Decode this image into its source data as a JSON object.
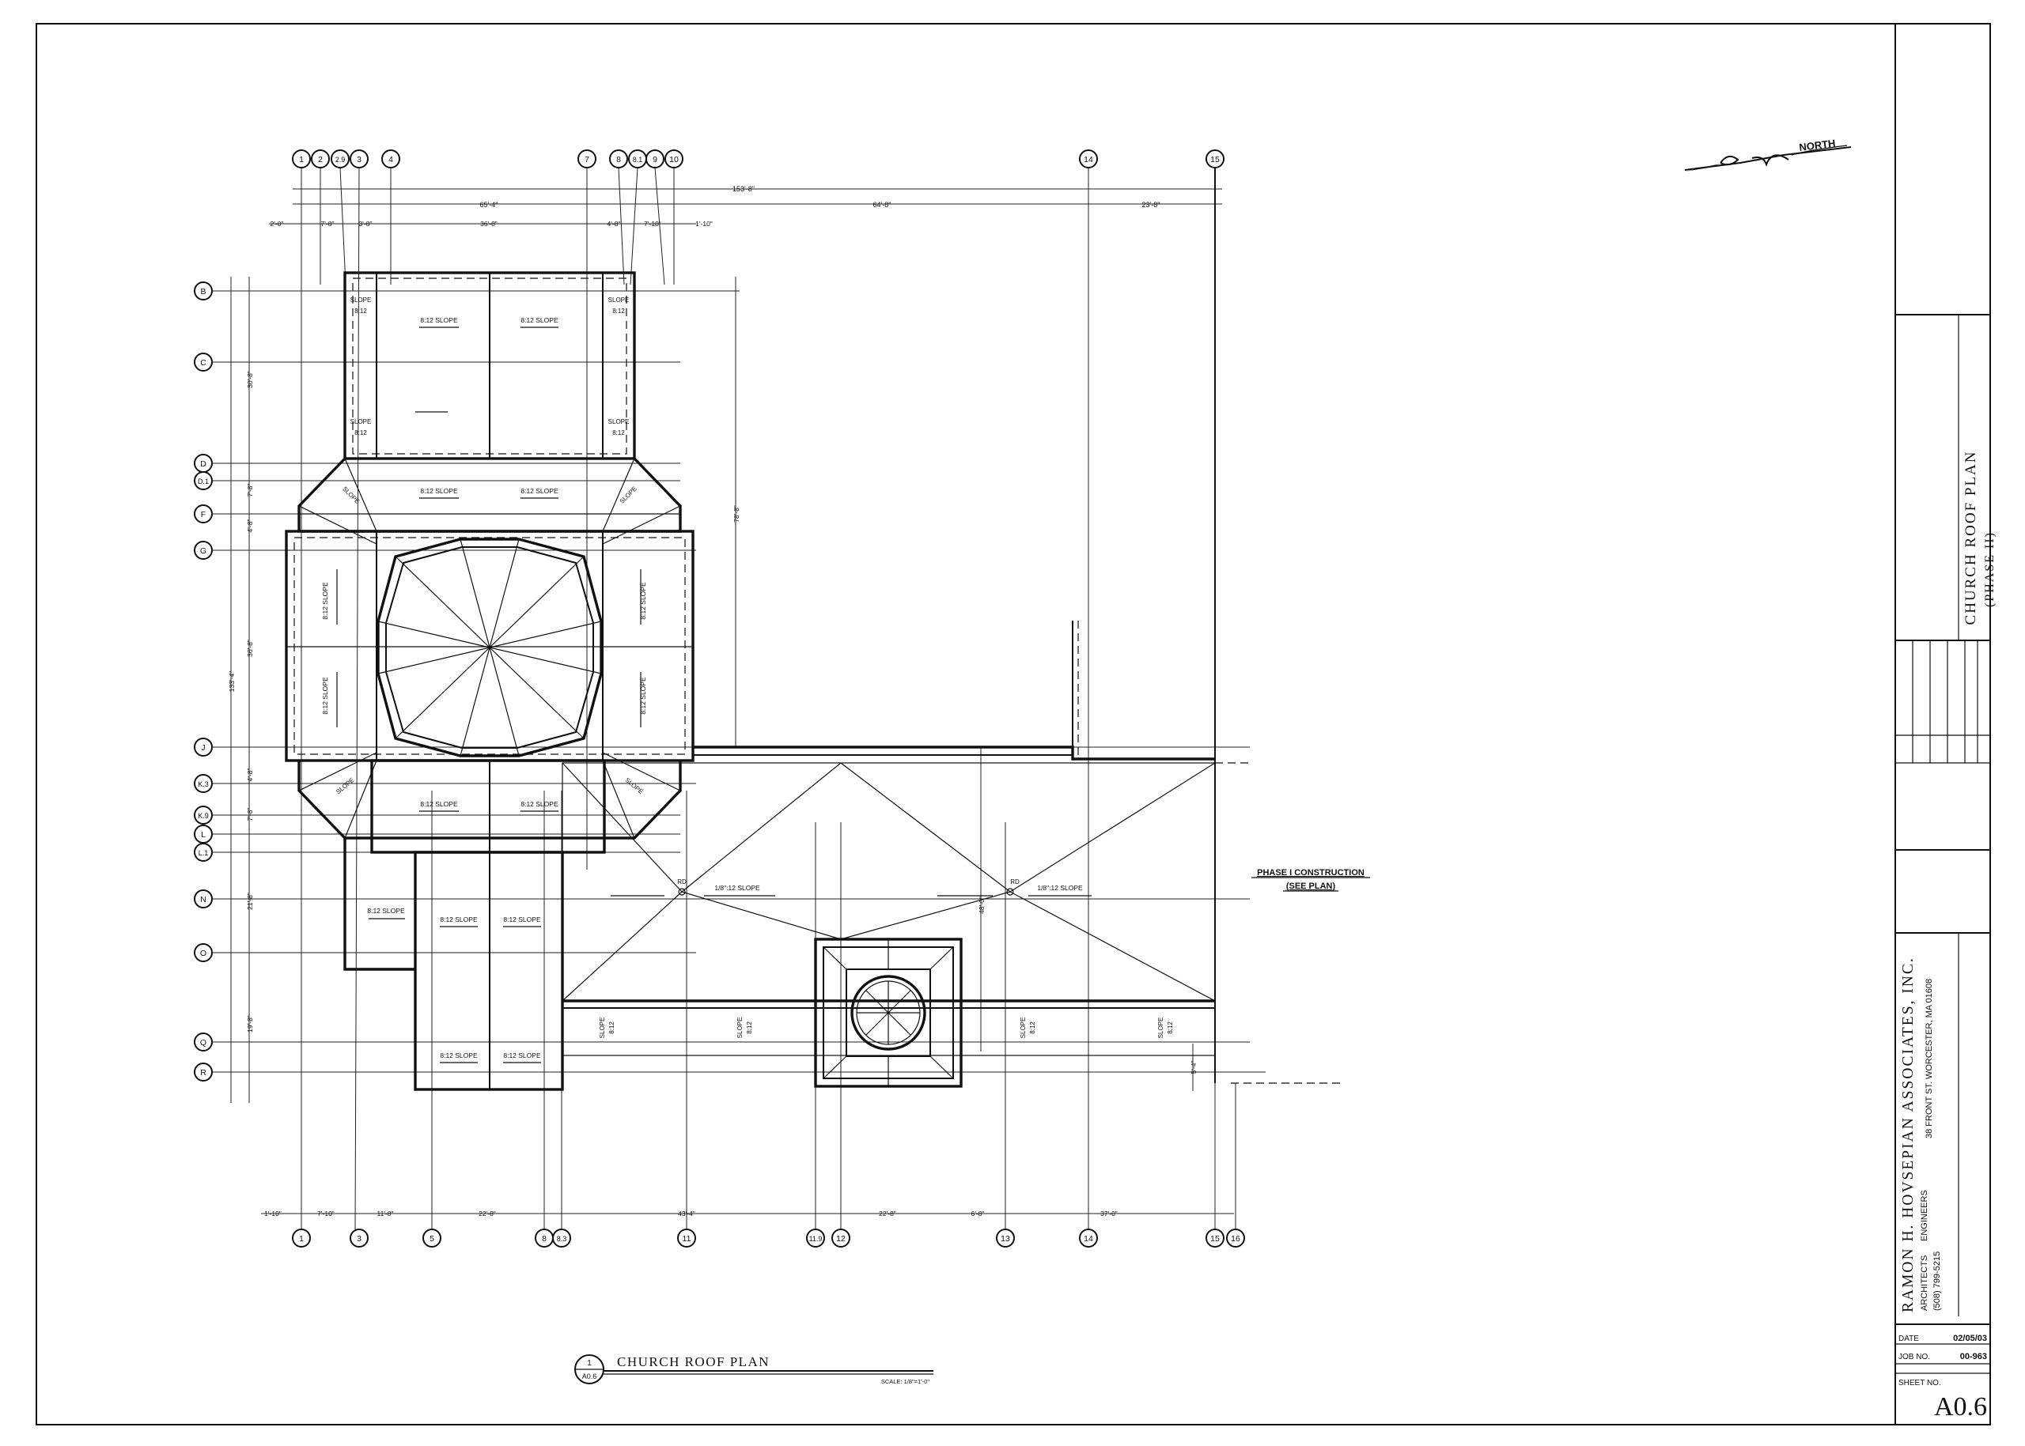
{
  "north_label": "NORTH",
  "grid_top": [
    "1",
    "2",
    "2.9",
    "3",
    "4",
    "7",
    "8",
    "8.1",
    "9",
    "10",
    "14",
    "15"
  ],
  "grid_bottom": [
    "1",
    "3",
    "5",
    "8",
    "8.3",
    "11",
    "11.9",
    "12",
    "13",
    "14",
    "15",
    "16"
  ],
  "grid_left": [
    "B",
    "C",
    "D",
    "D.1",
    "F",
    "G",
    "J",
    "K.3",
    "K.9",
    "L",
    "L.1",
    "N",
    "O",
    "Q",
    "R"
  ],
  "dims_top_overall": "153'-8\"",
  "dims_top_row2": [
    "65'-4\"",
    "64'-8\"",
    "23'-8\""
  ],
  "dims_top_row3": [
    "2'-0\"",
    "7'-8\"",
    "3'-8\"",
    "36'-8\"",
    "4'-8\"",
    "7'-10\"",
    "1'-10\""
  ],
  "dims_bottom": [
    "1'-10\"",
    "7'-10\"",
    "11'-8\"",
    "22'-8\"",
    "43'-4\"",
    "22'-8\"",
    "6'-8\"",
    "37'-0\""
  ],
  "dims_left": [
    "30'-8\"",
    "7'-8\"",
    "4'-8\"",
    "36'-8\"",
    "133'-4\"",
    "4'-8\"",
    "7'-8\"",
    "21'-8\"",
    "19'-8\""
  ],
  "dims_right": [
    "78'-8\"",
    "48'-0\"",
    "5'-4\""
  ],
  "slope_812": "8:12 SLOPE",
  "slope_word": "SLOPE",
  "slope_ratio": "8:12",
  "slope_flat": "1/8\":12 SLOPE",
  "rd_label": "RD",
  "phase1_line1": "PHASE I CONSTRUCTION",
  "phase1_line2": "(SEE PLAN)",
  "plan_title": "CHURCH ROOF PLAN",
  "plan_number": "1",
  "plan_sheet_ref": "A0.6",
  "plan_scale": "SCALE: 1/8\"=1'-0\"",
  "title_block": {
    "drawing_title": "CHURCH ROOF PLAN",
    "drawing_subtitle": "(PHASE II)",
    "firm_name": "RAMON H. HOVSEPIAN ASSOCIATES, INC.",
    "firm_role_1": "ARCHITECTS",
    "firm_role_2": "ENGINEERS",
    "firm_phone": "(508) 799-5215",
    "firm_address": "38 FRONT ST. WORCESTER, MA 01608",
    "date_label": "DATE",
    "date_value": "02/05/03",
    "job_label": "JOB NO.",
    "job_value": "00-963",
    "sheet_label": "SHEET NO.",
    "sheet_value": "A0.6"
  }
}
